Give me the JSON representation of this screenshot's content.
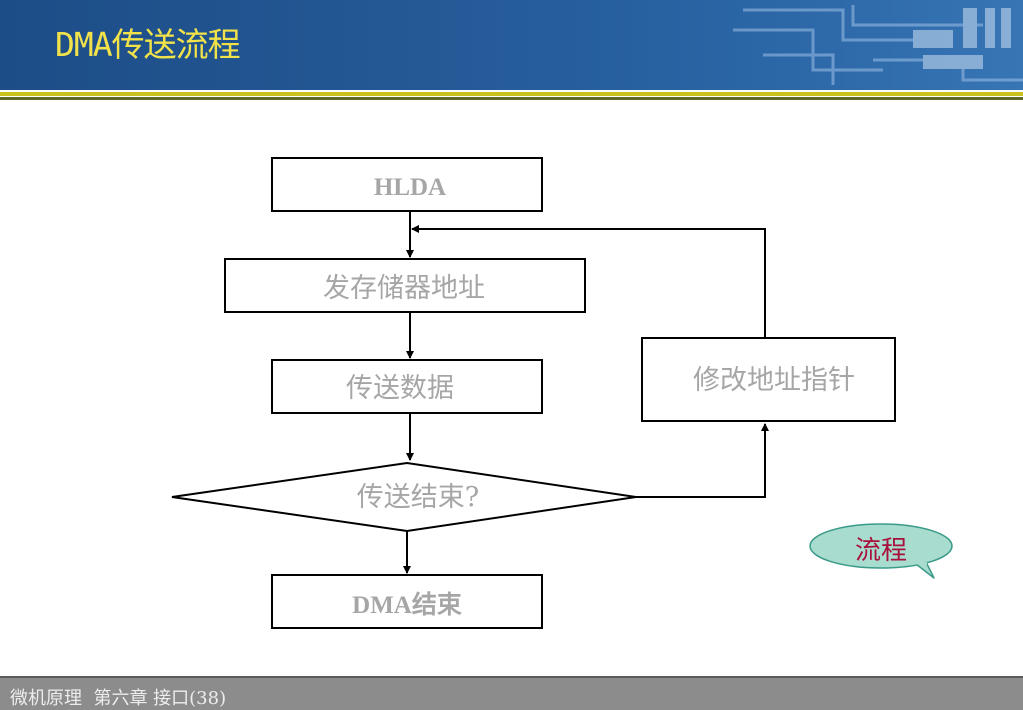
{
  "header": {
    "title": "DMA传送流程"
  },
  "flowchart": {
    "nodes": {
      "start": "HLDA",
      "send_address": "发存储器地址",
      "transfer_data": "传送数据",
      "decision": "传送结束?",
      "modify_pointer": "修改地址指针",
      "end": "DMA结束"
    }
  },
  "callout": {
    "label": "流程"
  },
  "footer": {
    "text": "微机原理  第六章 接口(38)"
  },
  "colors": {
    "header_bg": "#245a97",
    "title": "#f2e24a",
    "node_text": "#a6a6a6",
    "callout_fill": "#a8dccf",
    "callout_text": "#a8113c",
    "footer_bg": "#8c8c8c"
  }
}
